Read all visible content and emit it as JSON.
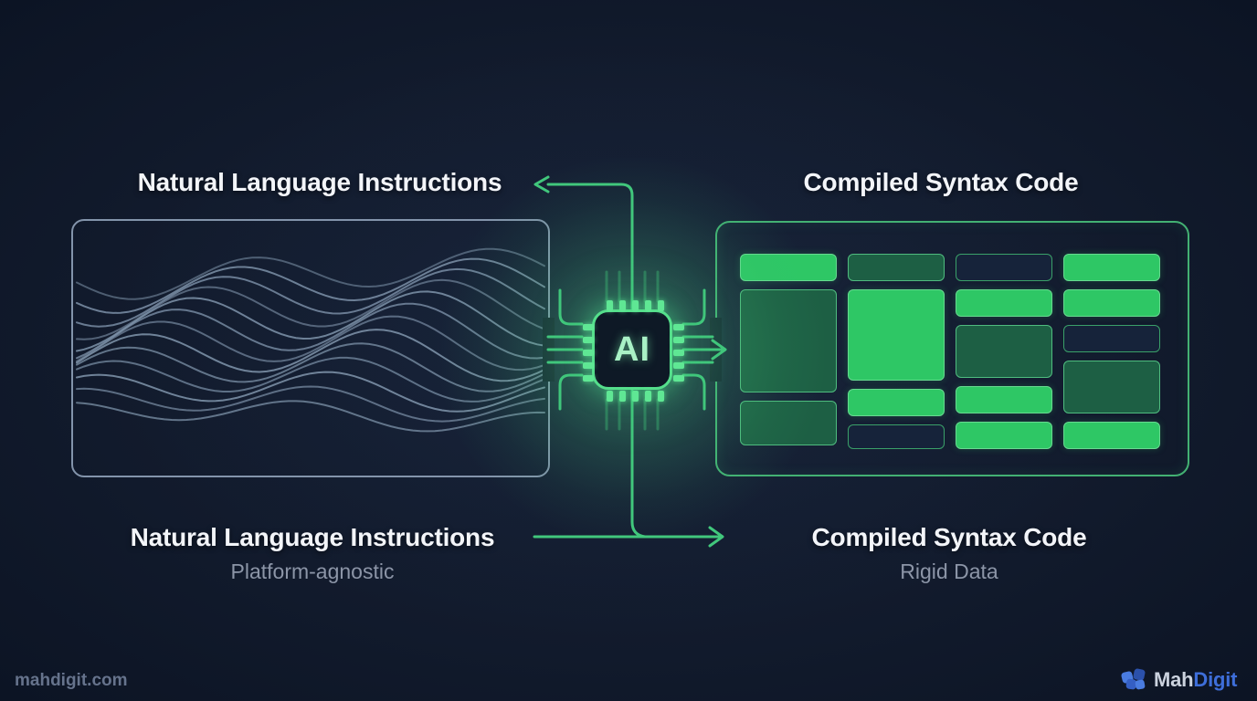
{
  "colors": {
    "background": "#121b2d",
    "accent_green": "#41c77c",
    "left_panel_border": "#8394ab",
    "right_panel_border": "#43b173",
    "block_bright": "#2ec765",
    "block_dim": "#1d5f44",
    "block_navy": "#16233a",
    "wave": "#8095ac",
    "brand_blue": "#3e6ed9"
  },
  "titles": {
    "left_top": "Natural Language Instructions",
    "right_top": "Compiled Syntax Code"
  },
  "chip": {
    "label": "AI",
    "pins_per_side": 5
  },
  "left_panel": {
    "wave_count": 13
  },
  "right_panel": {
    "columns": [
      [
        {
          "tone": "bright",
          "h": 30
        },
        {
          "tone": "dim",
          "h": 113
        },
        {
          "tone": "dim",
          "h": 49
        }
      ],
      [
        {
          "tone": "dim",
          "h": 30
        },
        {
          "tone": "bright",
          "h": 100
        },
        {
          "tone": "bright",
          "h": 30
        },
        {
          "tone": "navy",
          "h": 27
        }
      ],
      [
        {
          "tone": "navy",
          "h": 30
        },
        {
          "tone": "bright",
          "h": 30
        },
        {
          "tone": "dim",
          "h": 58
        },
        {
          "tone": "bright",
          "h": 30
        },
        {
          "tone": "bright",
          "h": 30
        }
      ],
      [
        {
          "tone": "bright",
          "h": 30
        },
        {
          "tone": "bright",
          "h": 30
        },
        {
          "tone": "navy",
          "h": 30
        },
        {
          "tone": "dim",
          "h": 58
        },
        {
          "tone": "bright",
          "h": 30
        }
      ]
    ]
  },
  "captions": {
    "left": {
      "title": "Natural Language Instructions",
      "subtitle": "Platform-agnostic"
    },
    "right": {
      "title": "Compiled Syntax Code",
      "subtitle": "Rigid Data"
    }
  },
  "footer": {
    "website": "mahdigit.com",
    "brand_first": "Mah",
    "brand_second": "Digit"
  }
}
